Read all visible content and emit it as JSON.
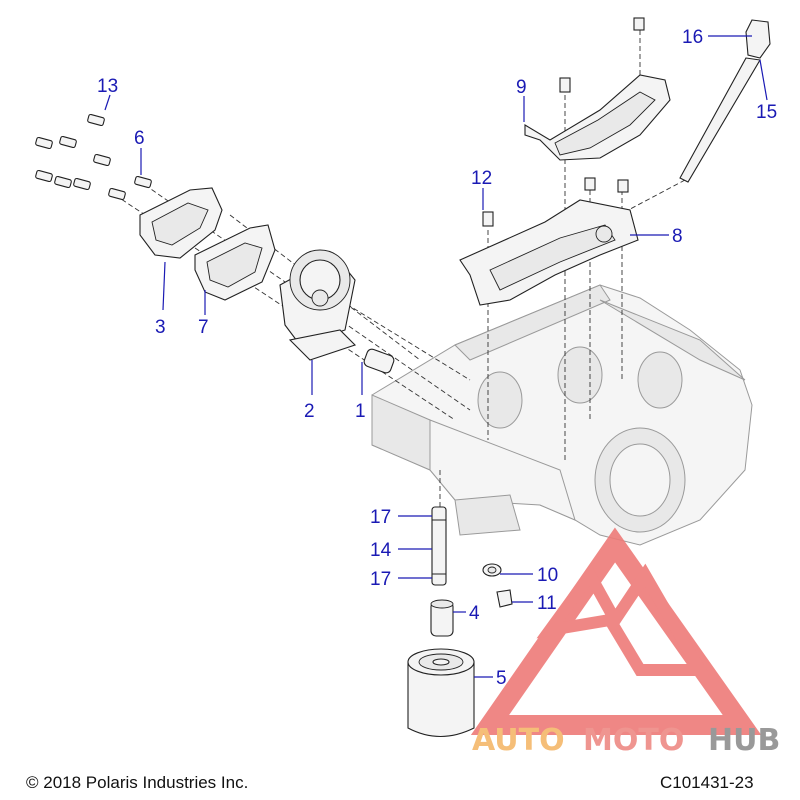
{
  "diagram": {
    "callouts": [
      "1",
      "2",
      "3",
      "4",
      "5",
      "6",
      "7",
      "8",
      "9",
      "10",
      "11",
      "12",
      "13",
      "14",
      "15",
      "16",
      "17",
      "17"
    ],
    "footer_copyright": "© 2018 Polaris Industries Inc.",
    "footer_code": "C101431-23"
  },
  "watermark": {
    "text_part1": "AUTO",
    "text_part2": "MOTO",
    "text_part3": "HUB",
    "colors": {
      "auto": "#f5b86a",
      "moto": "#ee8a84",
      "hub": "#8f8f8f",
      "triangle": "#ee7b78"
    }
  }
}
